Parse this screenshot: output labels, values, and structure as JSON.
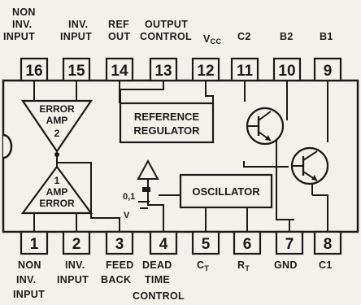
{
  "top_labels": [
    {
      "id": "l16a",
      "text": "NON"
    },
    {
      "id": "l16b",
      "text": "INV."
    },
    {
      "id": "l16c",
      "text": "INPUT"
    },
    {
      "id": "l15a",
      "text": "INV."
    },
    {
      "id": "l15b",
      "text": "INPUT"
    },
    {
      "id": "l14a",
      "text": "REF"
    },
    {
      "id": "l14b",
      "text": "OUT"
    },
    {
      "id": "l13a",
      "text": "OUTPUT"
    },
    {
      "id": "l13b",
      "text": "CONTROL"
    },
    {
      "id": "l12",
      "text": "V"
    },
    {
      "id": "l12sub",
      "text": "CC"
    },
    {
      "id": "l11",
      "text": "C2"
    },
    {
      "id": "l10",
      "text": "B2"
    },
    {
      "id": "l9",
      "text": "B1"
    }
  ],
  "bottom_labels": [
    {
      "id": "b1a",
      "text": "NON"
    },
    {
      "id": "b1b",
      "text": "INV."
    },
    {
      "id": "b1c",
      "text": "INPUT"
    },
    {
      "id": "b2a",
      "text": "INV."
    },
    {
      "id": "b2b",
      "text": "INPUT"
    },
    {
      "id": "b3a",
      "text": "FEED"
    },
    {
      "id": "b3b",
      "text": "BACK"
    },
    {
      "id": "b4a",
      "text": "DEAD"
    },
    {
      "id": "b4b",
      "text": "TIME"
    },
    {
      "id": "b4c",
      "text": "CONTROL"
    },
    {
      "id": "b5",
      "text": "C"
    },
    {
      "id": "b5sub",
      "text": "T"
    },
    {
      "id": "b6",
      "text": "R"
    },
    {
      "id": "b6sub",
      "text": "T"
    },
    {
      "id": "b7",
      "text": "GND"
    },
    {
      "id": "b8",
      "text": "C1"
    }
  ],
  "top_pins": [
    "16",
    "15",
    "14",
    "13",
    "12",
    "11",
    "10",
    "9"
  ],
  "bottom_pins": [
    "1",
    "2",
    "3",
    "4",
    "5",
    "6",
    "7",
    "8"
  ],
  "blocks": {
    "error_amp_2": {
      "line1": "ERROR",
      "line2": "AMP",
      "line3": "2"
    },
    "error_amp_1": {
      "line1": "1",
      "line2": "AMP",
      "line3": "ERROR"
    },
    "reference_regulator": {
      "line1": "REFERENCE",
      "line2": "REGULATOR"
    },
    "oscillator": "OSCILLATOR",
    "dead_time_offset": {
      "value": "0,1",
      "unit": "V"
    }
  }
}
